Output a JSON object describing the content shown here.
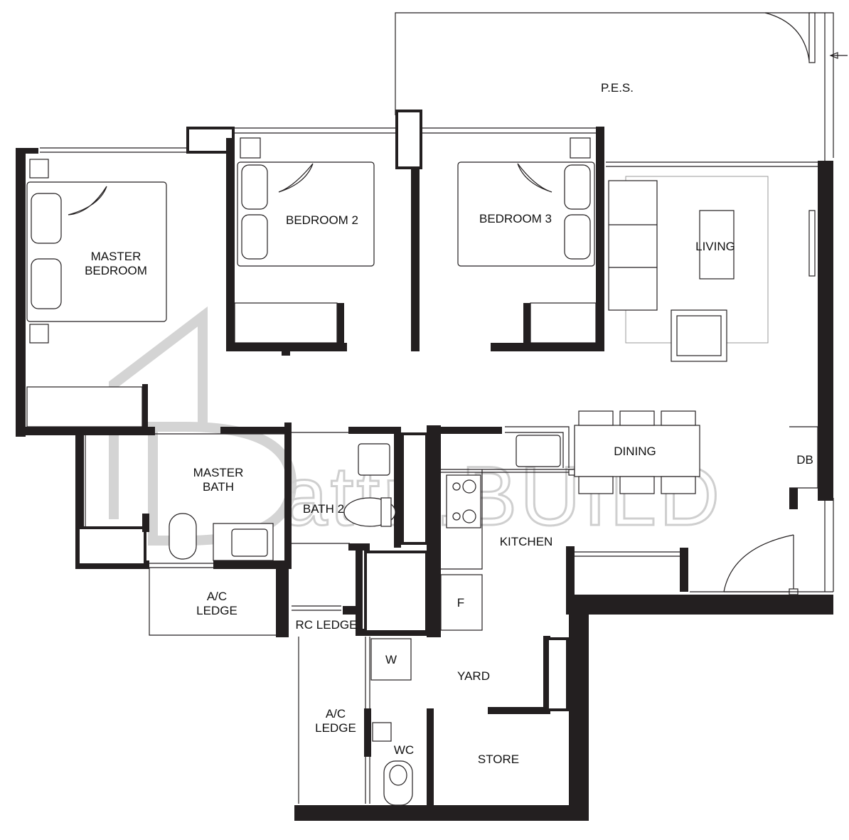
{
  "watermark": {
    "text": "attri.BUILD"
  },
  "rooms": {
    "pes": "P.E.S.",
    "master_bedroom_1": "MASTER",
    "master_bedroom_2": "BEDROOM",
    "bedroom2": "BEDROOM 2",
    "bedroom3": "BEDROOM 3",
    "living": "LIVING",
    "dining": "DINING",
    "db": "DB",
    "master_bath_1": "MASTER",
    "master_bath_2": "BATH",
    "bath2": "BATH 2",
    "kitchen": "KITCHEN",
    "ac_ledge_a_1": "A/C",
    "ac_ledge_a_2": "LEDGE",
    "rc_ledge": "RC LEDGE",
    "fridge": "F",
    "washer": "W",
    "yard": "YARD",
    "ac_ledge_b_1": "A/C",
    "ac_ledge_b_2": "LEDGE",
    "wc": "WC",
    "store": "STORE"
  }
}
